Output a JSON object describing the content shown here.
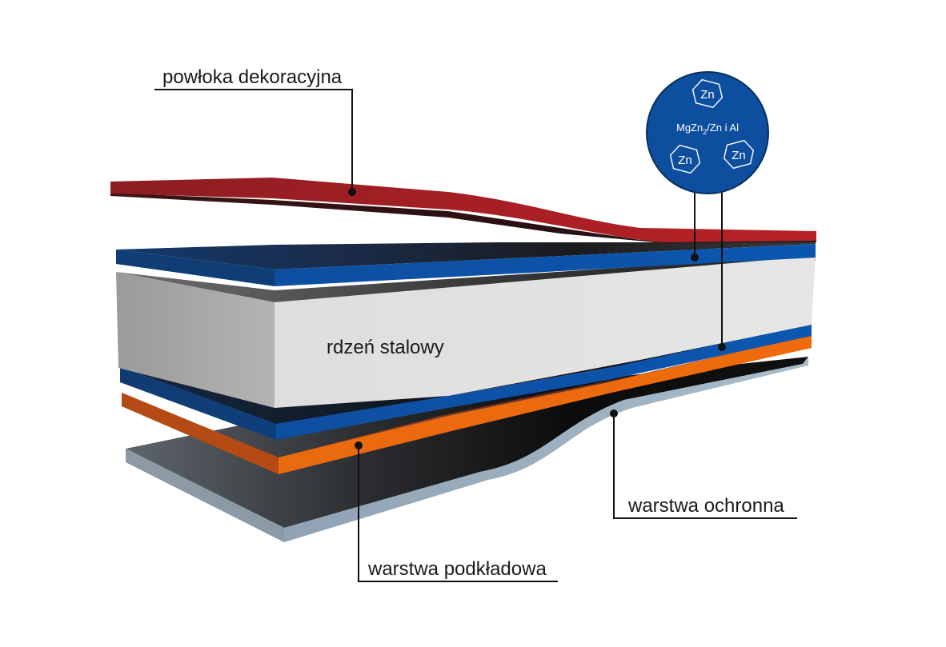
{
  "labels": {
    "decorative_coating": "powłoka dekoracyjna",
    "steel_core": "rdzeń stalowy",
    "protective_layer": "warstwa ochronna",
    "primer_layer": "warstwa podkładowa"
  },
  "badge": {
    "formula_main": "MgZn",
    "formula_sub": "2",
    "formula_rest": "/Zn i Al",
    "atom_symbols": [
      "Zn",
      "Zn",
      "Zn"
    ],
    "fill_color": "#0d4f9e",
    "symbol_icon": "hexagon-icon"
  },
  "colors": {
    "decorative": "#a61e22",
    "zinc_layer": "#0d4fa0",
    "steel_core": "#e3e3e3",
    "primer": "#e8650f",
    "protective": "#9fb3c3"
  }
}
